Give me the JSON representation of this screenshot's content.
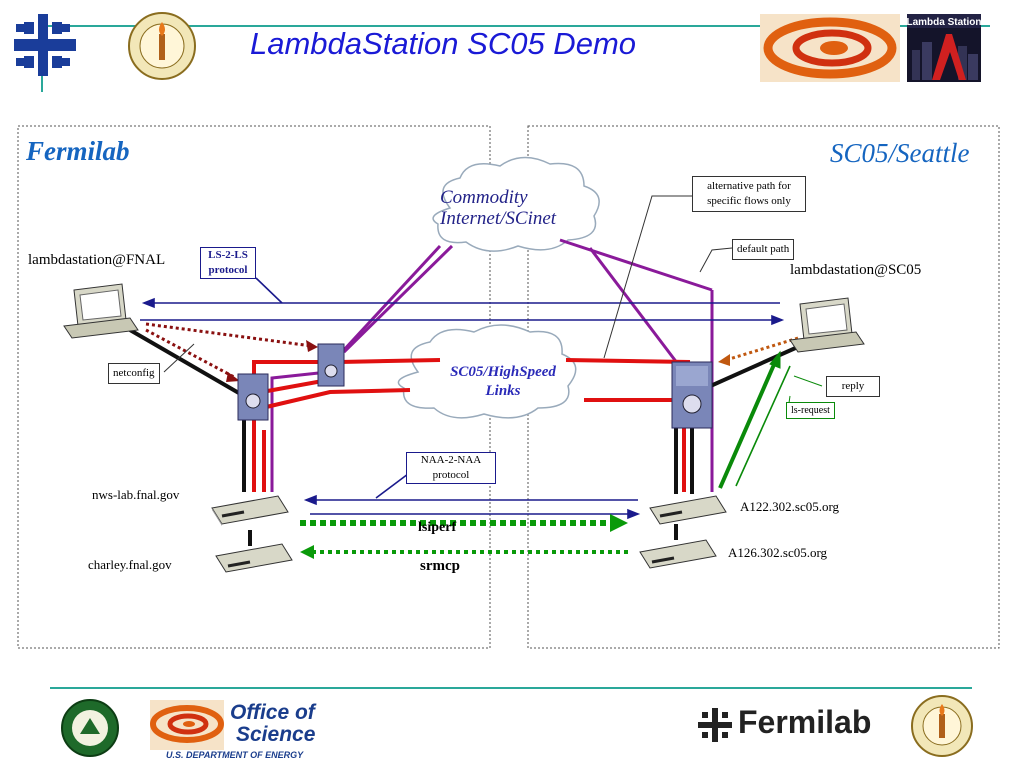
{
  "title": "LambdaStation SC05 Demo",
  "logo_lambda_station": "Lambda Station",
  "panels": {
    "left_title": "Fermilab",
    "right_title": "SC05/Seattle"
  },
  "clouds": {
    "commodity": [
      "Commodity",
      "Internet/SCinet"
    ],
    "highspeed": [
      "SC05/HighSpeed",
      "Links"
    ]
  },
  "nodes": {
    "fnal_host": "lambdastation@FNAL",
    "sc05_host": "lambdastation@SC05",
    "nws_lab": "nws-lab.fnal.gov",
    "charley": "charley.fnal.gov",
    "a122": "A122.302.sc05.org",
    "a126": "A126.302.sc05.org"
  },
  "callouts": {
    "alt_path": [
      "alternative path for",
      "specific flows only"
    ],
    "default_path": "default path",
    "netconfig": "netconfig",
    "reply": "reply",
    "ls_request": "ls-request"
  },
  "protocols": {
    "ls2ls": [
      "LS-2-LS",
      "protocol"
    ],
    "naa2naa": [
      "NAA-2-NAA",
      "protocol"
    ]
  },
  "flows": {
    "lsiperf": "lsiperf",
    "srmcp": "srmcp"
  },
  "footer": {
    "office_line1": "Office of",
    "office_line2": "Science",
    "doe": "U.S. DEPARTMENT OF ENERGY",
    "fermilab": "Fermilab"
  },
  "colors": {
    "title_blue": "#1a1ad6",
    "red_link": "#e01010",
    "purple_link": "#8a1a9a",
    "navy_arrow": "#1a1a8c",
    "green_flow": "#0a9a0a",
    "teal_rule": "#2aa89a"
  }
}
